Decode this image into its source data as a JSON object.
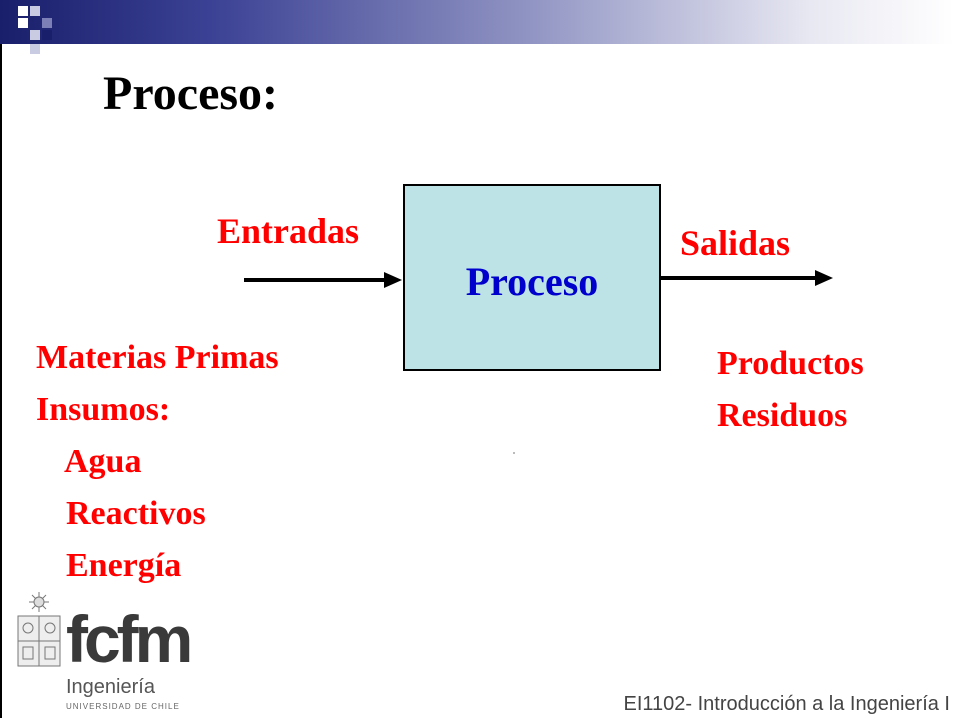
{
  "slide": {
    "title": "Proceso:",
    "accent_colors": {
      "bar_dark": "#1a1f6b",
      "box_fill": "#bde3e6",
      "label_red": "#ff0000",
      "label_blue": "#0000cc"
    }
  },
  "diagram": {
    "input_label": "Entradas",
    "process_label": "Proceso",
    "output_label": "Salidas",
    "inputs": [
      "Materias Primas",
      "Insumos:",
      "Agua",
      "Reactivos",
      "Energía"
    ],
    "outputs": [
      "Productos",
      "Residuos"
    ]
  },
  "logo": {
    "acronym": "fcfm",
    "subtitle": "Ingeniería",
    "university": "UNIVERSIDAD DE CHILE"
  },
  "footer": {
    "course": "EI1102- Introducción a la Ingeniería I"
  }
}
